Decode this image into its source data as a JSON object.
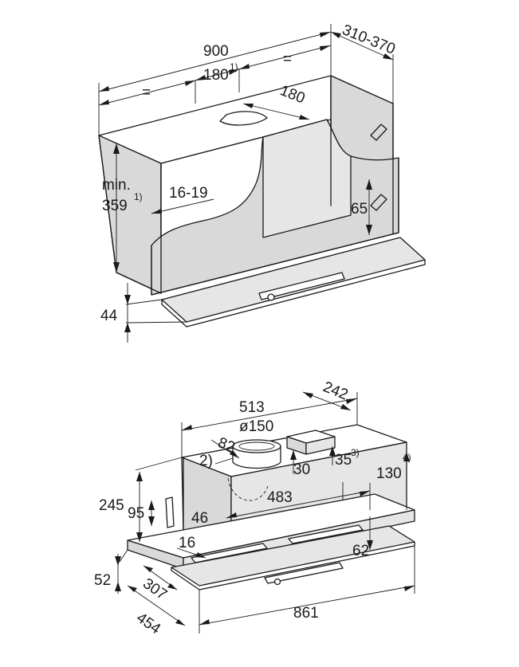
{
  "top_view": {
    "width_total": "900",
    "depth_range": "310-370",
    "equal_left": "=",
    "equal_right": "=",
    "cutout_width": "180",
    "cutout_width_note": "1)",
    "cutout_depth": "180",
    "min_label": "min.",
    "min_height": "359",
    "min_height_note": "1)",
    "side_thickness": "16-19",
    "bracket_height": "65",
    "panel_height": "44"
  },
  "bottom_view": {
    "width_body": "513",
    "depth_body": "242",
    "duct_diameter": "ø150",
    "offset_82": "82",
    "note_2": "2)",
    "offset_35": "35",
    "note_3": "3)",
    "offset_30": "30",
    "height_130": "130",
    "note_4": "4)",
    "height_245": "245",
    "width_483": "483",
    "height_95": "95",
    "offset_46": "46",
    "offset_16": "16",
    "offset_62": "62",
    "height_52": "52",
    "depth_307": "307",
    "depth_454": "454",
    "width_861": "861"
  }
}
